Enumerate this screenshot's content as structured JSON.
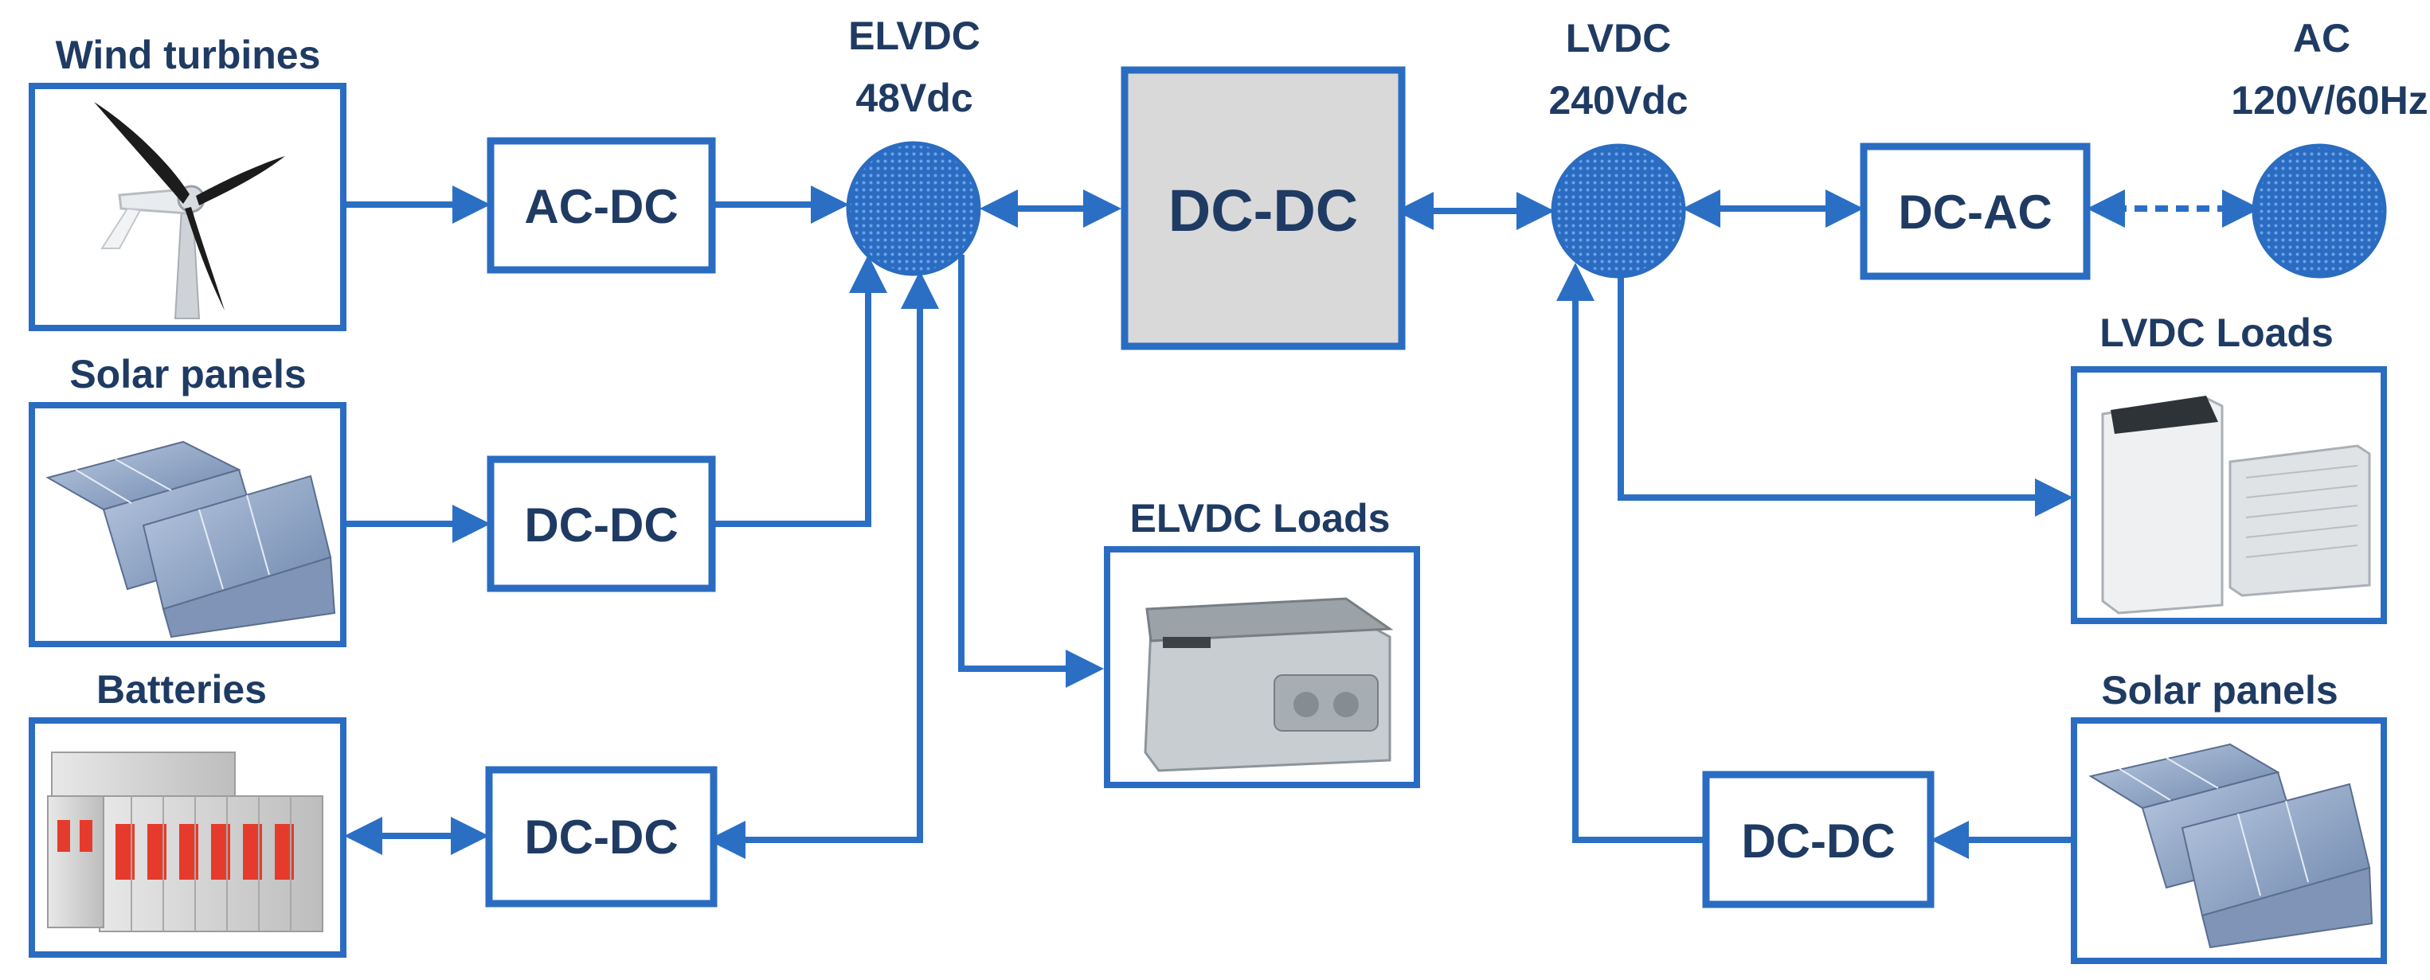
{
  "sources": {
    "wind_turbines": "Wind turbines",
    "solar_panels_left": "Solar panels",
    "batteries": "Batteries",
    "solar_panels_right": "Solar panels"
  },
  "buses": {
    "elvdc_name": "ELVDC",
    "elvdc_voltage": "48Vdc",
    "lvdc_name": "LVDC",
    "lvdc_voltage": "240Vdc",
    "ac_name": "AC",
    "ac_rating": "120V/60Hz"
  },
  "converters": {
    "wind_acdc": "AC-DC",
    "solar_left_dcdc": "DC-DC",
    "battery_dcdc": "DC-DC",
    "main_dcdc": "DC-DC",
    "inverter_dcac": "DC-AC",
    "solar_right_dcdc": "DC-DC"
  },
  "loads": {
    "elvdc_loads": "ELVDC Loads",
    "lvdc_loads": "LVDC Loads"
  },
  "colors": {
    "accent_blue": "#2a6cc1",
    "text_navy": "#1f3b63",
    "main_converter_fill": "#d9d9d9"
  }
}
